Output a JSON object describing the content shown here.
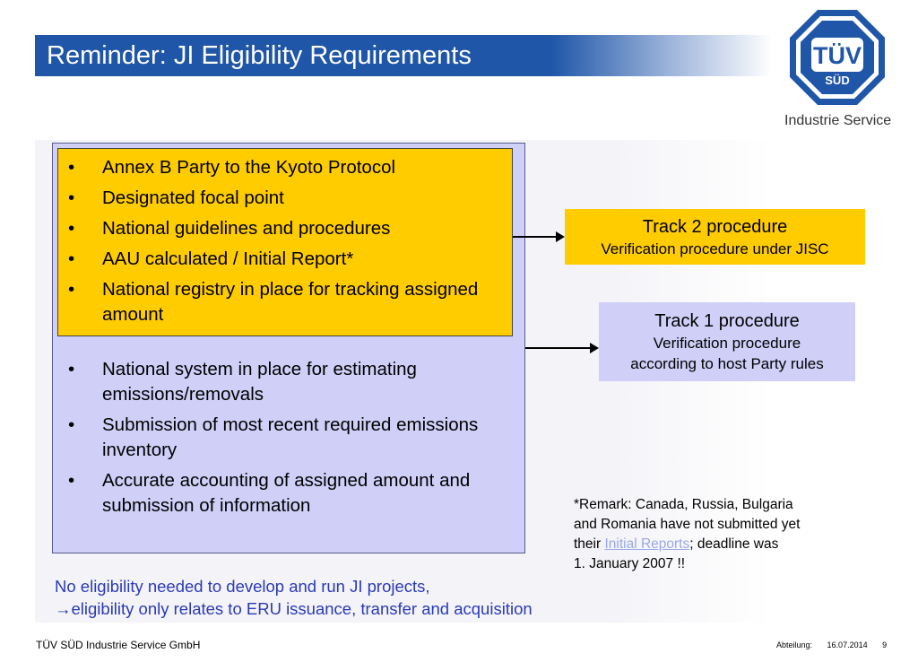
{
  "slide": {
    "title": "Reminder: JI Eligibility Requirements",
    "logo_text": "TÜV",
    "logo_subtext": "SÜD",
    "logo_caption": "Industrie Service"
  },
  "yellow_requirements": [
    "Annex B Party to the Kyoto Protocol",
    "Designated focal point",
    "National guidelines and procedures",
    "AAU calculated / Initial Report*",
    "National registry in place for tracking assigned amount"
  ],
  "lavender_requirements": [
    "National system in place for estimating emissions/removals",
    "Submission of most recent required emissions inventory",
    "Accurate accounting of assigned amount and submission of information"
  ],
  "bullet_char": "•",
  "track2": {
    "title": "Track 2 procedure",
    "subtitle": "Verification procedure under JISC"
  },
  "track1": {
    "title": "Track 1 procedure",
    "subtitle_line1": "Verification procedure",
    "subtitle_line2": "according to host Party rules"
  },
  "remark": {
    "line1": "*Remark: Canada, Russia, Bulgaria",
    "line2": "and Romania have not submitted yet",
    "line3_pre": "their ",
    "line3_link": "Initial Reports",
    "line3_post": "; deadline was",
    "line4": "1. January 2007 !!"
  },
  "note": {
    "line1": "No eligibility needed to develop and run JI projects,",
    "arrow": "→",
    "line2": "eligibility only relates to ERU issuance, transfer and acquisition"
  },
  "footer": {
    "company": "TÜV SÜD Industrie Service GmbH",
    "department_label": "Abteilung:",
    "date": "16.07.2014",
    "page": "9"
  },
  "colors": {
    "title_blue": "#1f56a8",
    "yellow": "#ffcc00",
    "lavender": "#cfcff8",
    "note_blue": "#2a39b8",
    "link": "#9aa8e6"
  }
}
